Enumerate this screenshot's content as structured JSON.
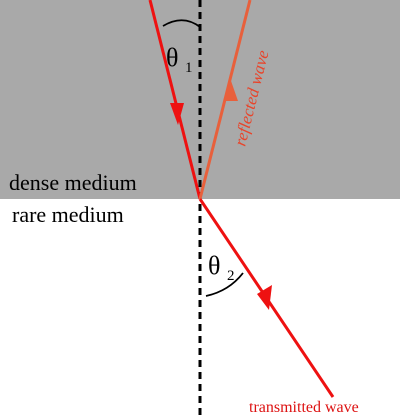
{
  "labels": {
    "dense_medium": "dense medium",
    "rare_medium": "rare medium",
    "reflected_wave": "reflected wave",
    "transmitted_wave": "transmitted wave"
  },
  "angles": {
    "theta1": {
      "symbol": "θ",
      "subscript": "1"
    },
    "theta2": {
      "symbol": "θ",
      "subscript": "2"
    }
  },
  "colors": {
    "dense_medium_fill": "#a9a9a9",
    "incident_ray": "#ee1111",
    "reflected_ray": "#e8603c",
    "transmitted_ray": "#ee1111",
    "reflected_label": "#e8442a",
    "transmitted_label": "#dd1111",
    "normal_line": "#000000",
    "text": "#000000"
  }
}
